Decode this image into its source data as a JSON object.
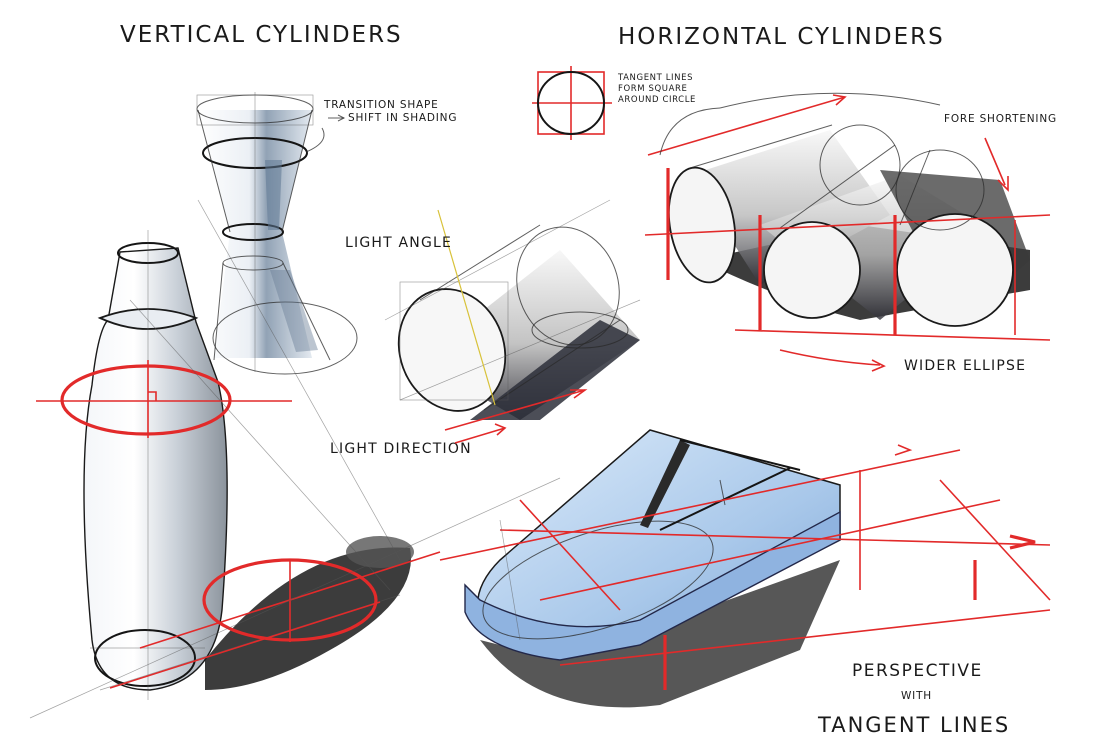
{
  "titles": {
    "vertical": "VERTICAL CYLINDERS",
    "horizontal": "HORIZONTAL CYLINDERS"
  },
  "annotations": {
    "transition_line1": "TRANSITION SHAPE",
    "transition_line2": "SHIFT IN SHADING",
    "tangent_line1": "TANGENT LINES",
    "tangent_line2": "FORM SQUARE",
    "tangent_line3": "AROUND CIRCLE",
    "foreshortening": "FORE SHORTENING",
    "light_angle": "LIGHT ANGLE",
    "light_direction": "LIGHT DIRECTION",
    "wider_ellipse": "WIDER ELLIPSE",
    "perspective_line1": "PERSPECTIVE",
    "perspective_line2": "WITH",
    "perspective_line3": "TANGENT LINES"
  },
  "colors": {
    "construction_red": "#e22a2a",
    "marker_blue": "#a9c8ea",
    "marker_gray": "#7d8590",
    "shadow_dark": "#2b2b2b",
    "light_yellow": "#d8c23a"
  }
}
